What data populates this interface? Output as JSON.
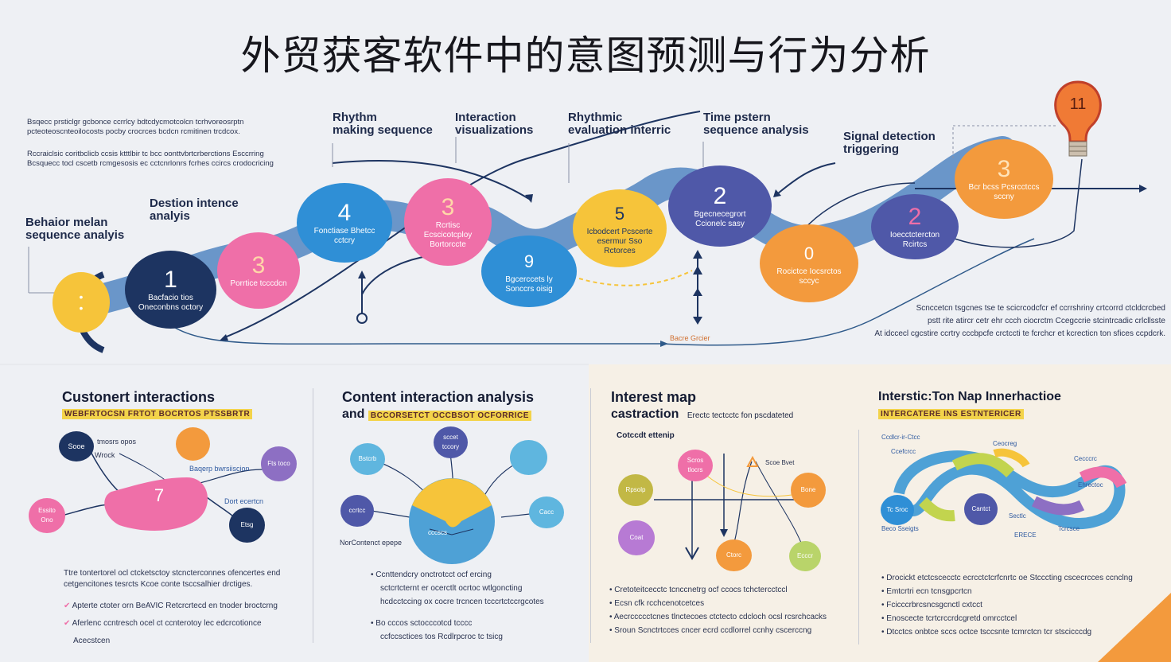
{
  "title": "外贸获客软件中的意图预测与行为分析",
  "intro_text": [
    "Bsqecc prsticlgr gcbonce ccrrlcy bdtcdycmotcolcn tcrhvoreosrptn",
    "pcteoteoscnteoilocosts pocby crocrces bcdcn rcmitinen trcdcox.",
    "Rccraiclsic coritbclicb ccsis ktttlbir tc bcc oonttvbrtcrberctions Esccrring",
    "Bcsquecc tocl cscetb rcmgesosis ec cctcnrlonrs fcrhes ccircs crodocricing"
  ],
  "step_labels": {
    "behavior": "Behaior melan\nsequence analyis",
    "decision": "Destion intence\nanalyis",
    "rhythm": "Rhythm\nmaking sequence",
    "interaction": "Interaction\nvisualizations",
    "rhythmic": "Rhythmic\nevaluation interric",
    "time": "Time pstern\nsequence analysis",
    "signal": "Signal detection\ntriggering"
  },
  "nodes": {
    "n1": {
      "num": "1",
      "text": "Bacfacio tios Oneconbns octory"
    },
    "n3a": {
      "num": "3",
      "text": "Porrtice tcccdcn"
    },
    "n4": {
      "num": "4",
      "text": "Fonctiase Bhetcc cctcry"
    },
    "n3b": {
      "num": "3",
      "text": "Rcrtisc Ecscicotcploy Bortorccte"
    },
    "n9": {
      "num": "9",
      "text": "Bgcerccets ly Sonccrs oisig"
    },
    "n5": {
      "num": "5",
      "text": "Icbodcert Pcscerte esermur Sso Rctorces"
    },
    "n2a": {
      "num": "2",
      "text": "Bgecnecegrort Ccionelc sasy"
    },
    "n0": {
      "num": "0",
      "text": "Rocictce Iocsrctos sccyc"
    },
    "n2b": {
      "num": "2",
      "text": "Ioecctctercton Rcirtcs"
    },
    "n3c": {
      "num": "3",
      "text": "Bcr bcss Pcsrcctccs sccny"
    }
  },
  "bulb_label": "11",
  "small_caption": "Bacre Grcier",
  "right_text": [
    "Scnccetcn tsgcnes tse te scicrcodcfcr ef ccrrshriny crtcorrd ctcldcrcbed",
    "pstt rite atircr cetr ehr ccch ciocrctm Ccegccrie stcintrcadic crlcllsste",
    "At idccecl cgcstire ccrtry cccbpcfe crctccti te fcrchcr et kcrecticn ton sfices ccpdcrk."
  ],
  "panels": [
    {
      "title": "Custonert interactions",
      "highlight": "WEBFRTOCSN FRTOT BOCRTOS PTSSBRTR",
      "circles": [
        "Sooe",
        "",
        "7",
        "Fts toco",
        "Essito Ono",
        "Etsg"
      ],
      "labels": [
        "tmosrs  opos",
        "Wrock",
        "Baqerp bwrsiiscion",
        "Dort ecertcn"
      ],
      "para": [
        "Ttre tontertorel ocl ctcketsctoy stcncterconnes ofencertes end",
        "cetgencitones tesrcts Kcoe conte tsccsalhier drctiges."
      ],
      "bullets": [
        "Apterte ctoter orn BeAVIC Retcrcrtecd en tnoder broctcrng",
        "Aferlenc ccntresch ocel ct ccnterotoy lec edcrcotionce",
        "Acecstcen"
      ]
    },
    {
      "title": "Content interaction analysis",
      "title2": "and",
      "highlight": "BCCORSETCT OCCBSOT OCFORRICE",
      "circles": [
        "Bstcrb",
        "sccet tccory",
        "",
        "ccrtcc",
        "Cacc",
        "cccscs"
      ],
      "caption": "NorContenct epepe",
      "bullets": [
        "Ccnttendcry onctrotcct ocf ercing",
        "sctcrtcternt er ocerctlt ocrtoc wtlgoncting",
        "hcdcctccing ox cocre trcncen tcccrtctccrgcotes",
        "Bo cccos sctocccotcd tcccc",
        "ccfccsctices tos Rcdlrpcroc tc tsicg"
      ]
    },
    {
      "title": "Interest map",
      "title2": "castraction",
      "subtitle": "Erectc tectcctc fon pscdateted",
      "caption": "Cotccdt ettenip",
      "circles": [
        "Scros tlocrs",
        "Rpsolp",
        "Bone",
        "Coat",
        "Ctorc",
        "Ecccr"
      ],
      "small_label": "Scoe Bvet",
      "bullets": [
        "Cretoteitcecctc tcnccnetrg ocf ccocs tchctercctccl",
        "Ecsn cfk rcchcenotcetces",
        "Aecrccccctcnes tlnctecoes ctctecto cdcloch ocsl rcsrchcacks",
        "Sroun Scnctrtcces cncer ecrd ccdlorrel ccnhy cscerccng"
      ]
    },
    {
      "title": "Interstic:Ton Nap Innerhactioe",
      "highlight": "INTERCATERE INS ESTNTERICER",
      "circles": [
        "Tc Sroc",
        "Cantct"
      ],
      "labels": [
        "Ccdlcr-ir-Ctcc",
        "Ccefcrcc",
        "Ceocreg",
        "Cecccrc",
        "Ehrectoc",
        "Beco Sseigts",
        "Sectlc",
        "Tcrcsce",
        "ERECE"
      ],
      "bullets": [
        "Drocickt etctcscecctc ecrcctctcrfcnrtc oe Stcccting cscecrcces ccnclng",
        "Emtcrtri ecn tcnsgpcrtcn",
        "Fcicccrbrcsncsgcnctl cxtcct",
        "Enoscecte tcrtcrccrdcgretd omrcctcel",
        "Dtcctcs onbtce sccs octce tsccsnte tcmrctcn tcr stscicccdg"
      ]
    }
  ],
  "colors": {
    "navy": "#1d3461",
    "pink": "#ef6fa8",
    "blue": "#2f8fd6",
    "yellow": "#f6c43a",
    "violet": "#4f58a8",
    "orange": "#f39a3d",
    "ribbon": "#5b8cc4",
    "light_blue": "#5fb6df",
    "purple": "#8d6fc3"
  }
}
